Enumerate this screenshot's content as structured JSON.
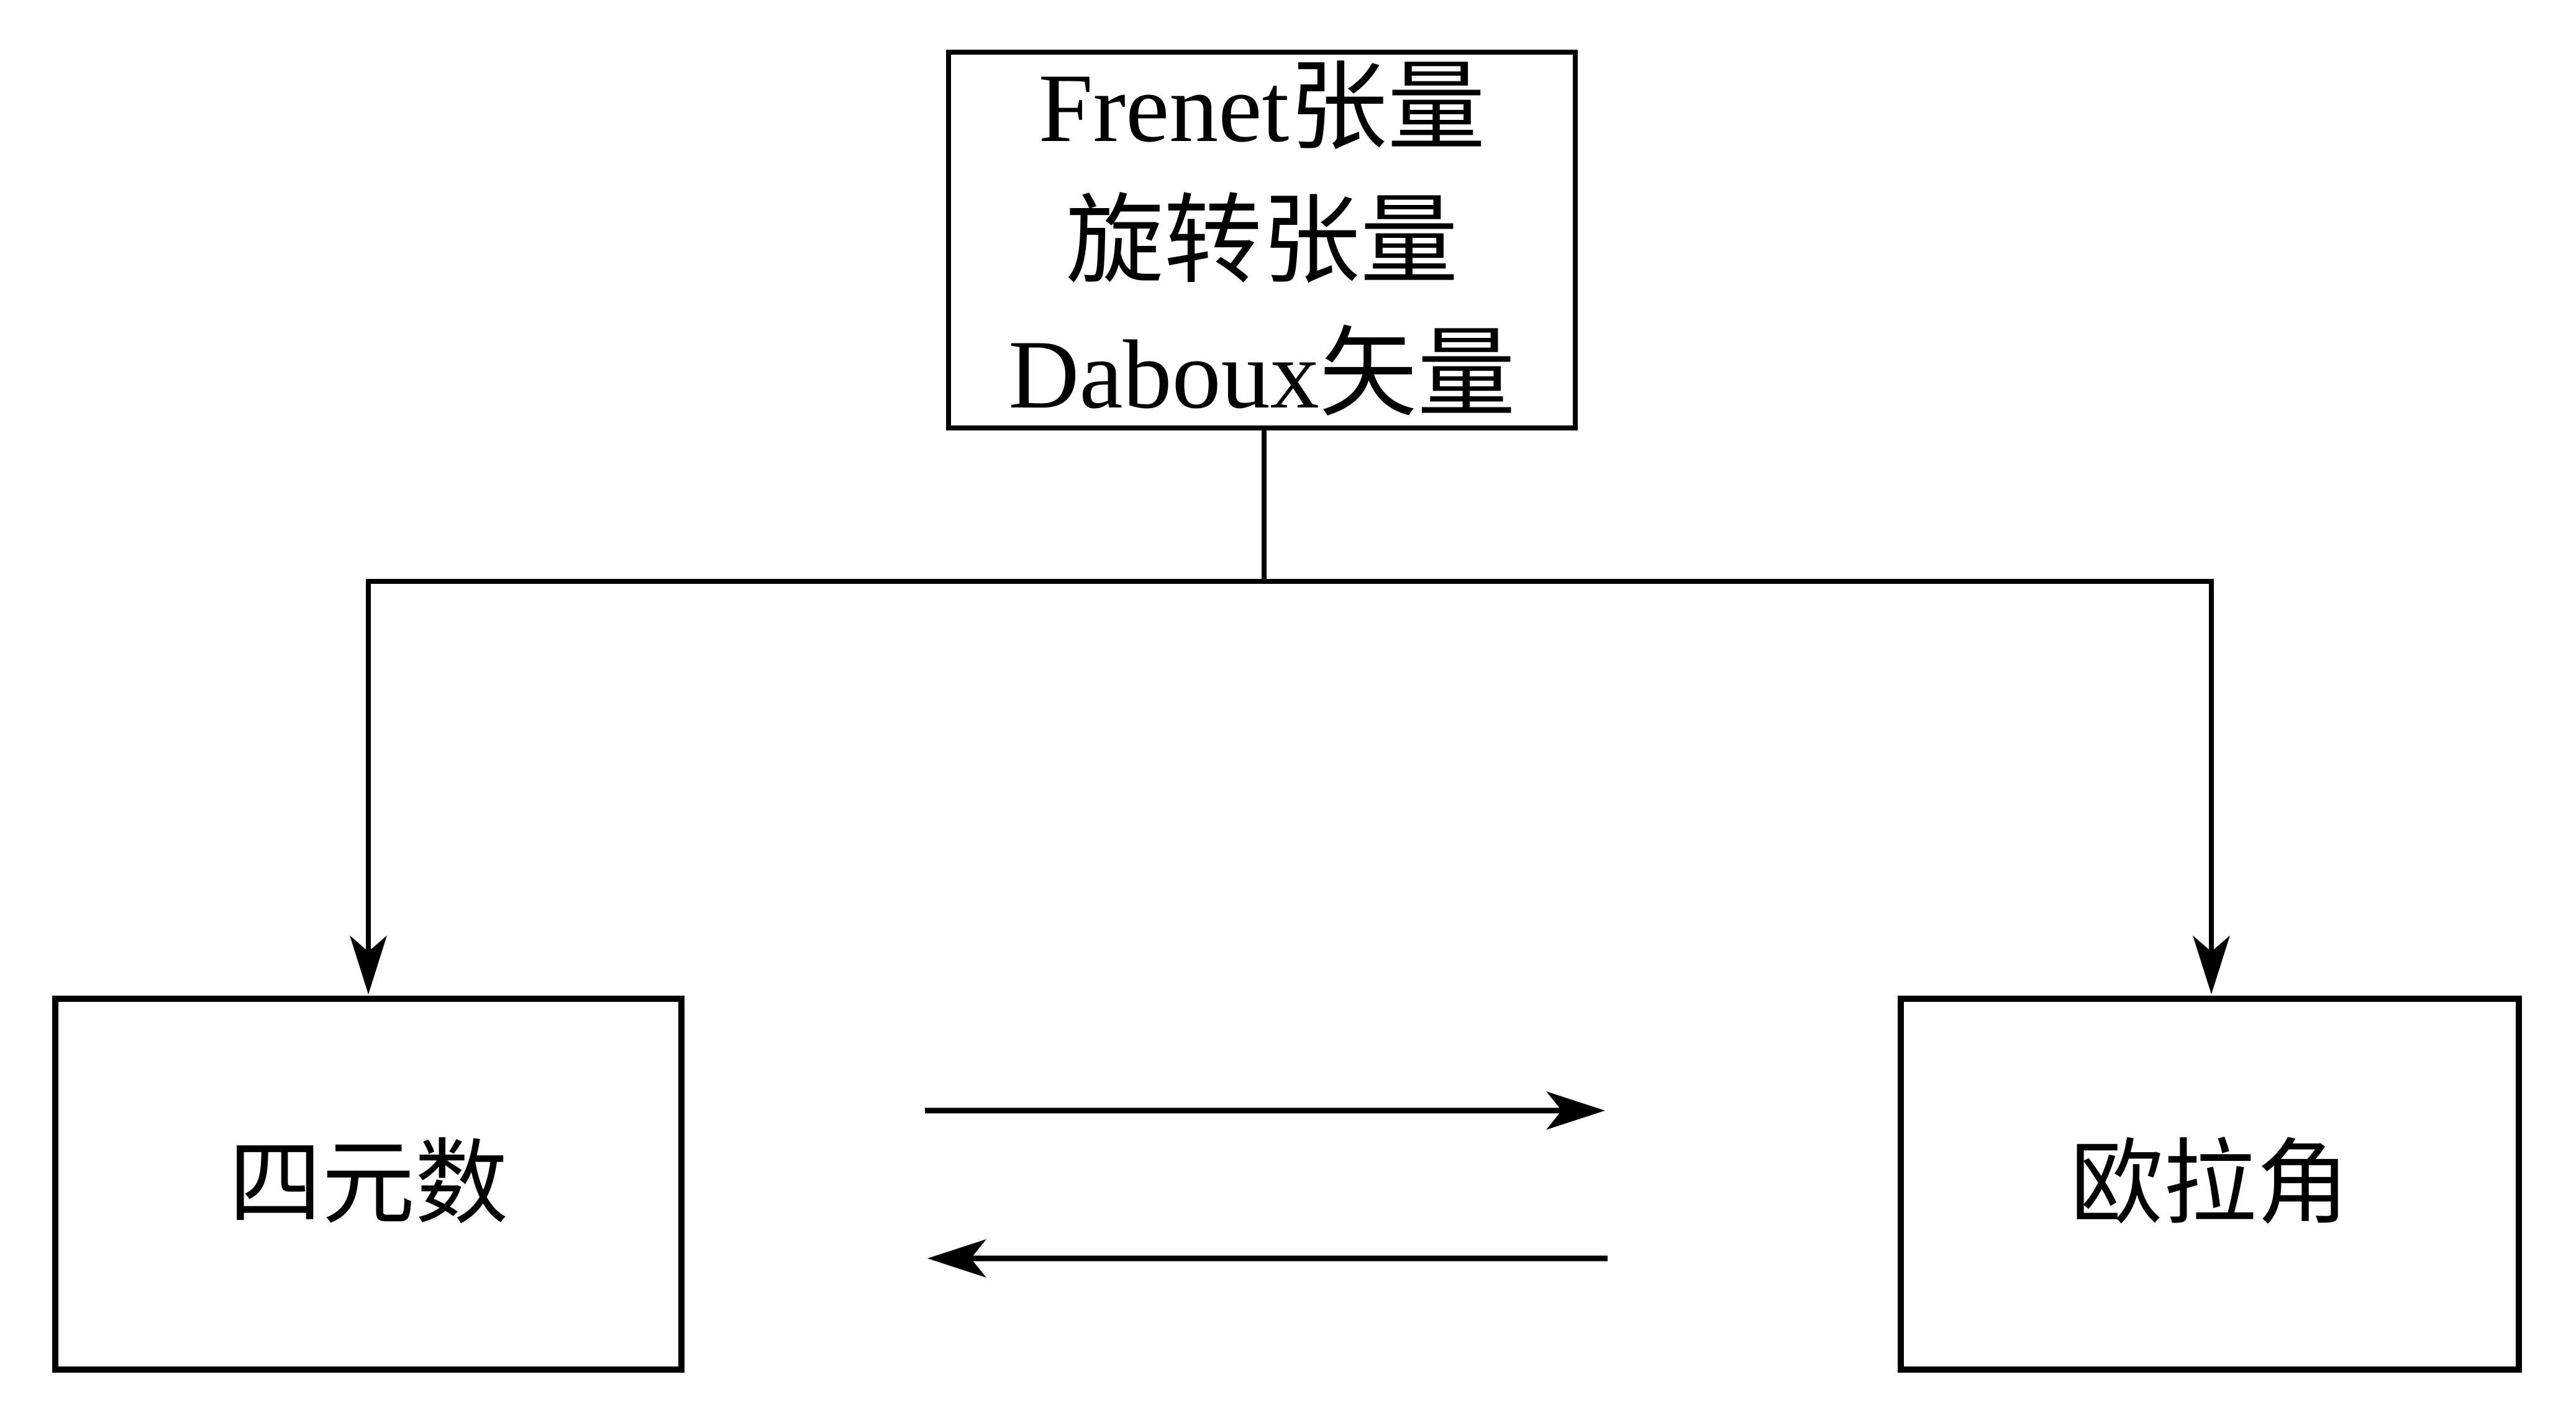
{
  "colors": {
    "background": "#ffffff",
    "stroke": "#000000",
    "text": "#000000"
  },
  "diagram": {
    "top_box": {
      "lines": [
        "Frenet张量",
        "旋转张量",
        "Daboux矢量"
      ]
    },
    "left_box": {
      "label": "四元数"
    },
    "right_box": {
      "label": "欧拉角"
    },
    "connectors": {
      "branch": {
        "from": "top_box",
        "targets": [
          "left_box",
          "right_box"
        ],
        "style": "elbow",
        "arrowhead": "filled-barb"
      },
      "exchange_arrows": [
        {
          "direction": "right",
          "from": "left_box",
          "to": "right_box"
        },
        {
          "direction": "left",
          "from": "right_box",
          "to": "left_box"
        }
      ]
    }
  }
}
